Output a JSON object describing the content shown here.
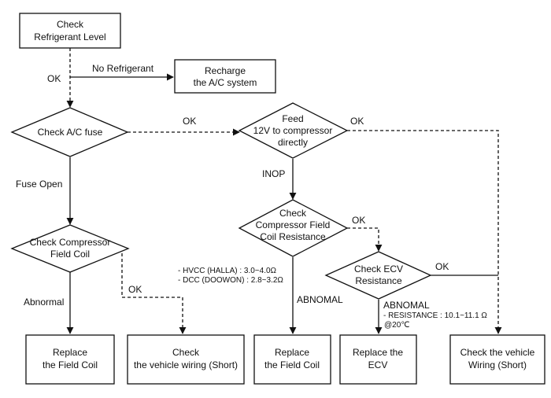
{
  "nodes": {
    "check_refrigerant": [
      "Check",
      "Refrigerant Level"
    ],
    "recharge": [
      "Recharge",
      "the A/C system"
    ],
    "check_fuse": [
      "Check A/C fuse"
    ],
    "feed_12v": [
      "Feed",
      "12V to compressor",
      "directly"
    ],
    "check_field_coil_left": [
      "Check Compressor",
      "Field Coil"
    ],
    "check_field_coil_resistance": [
      "Check",
      "Compressor Field",
      "Coil Resistance"
    ],
    "check_ecv_resistance": [
      "Check ECV",
      "Resistance"
    ],
    "replace_field_coil_left": [
      "Replace",
      "the Field Coil"
    ],
    "check_wiring_short_left": [
      "Check",
      "the vehicle wiring (Short)"
    ],
    "replace_field_coil_mid": [
      "Replace",
      "the Field Coil"
    ],
    "replace_ecv": [
      "Replace the",
      "ECV"
    ],
    "check_wiring_short_right": [
      "Check the vehicle",
      "Wiring (Short)"
    ]
  },
  "labels": {
    "no_refrigerant": "No Refrigerant",
    "ok_refrigerant": "OK",
    "ok_fuse": "OK",
    "ok_feed": "OK",
    "fuse_open": "Fuse Open",
    "inop": "INOP",
    "ok_coil_resistance": "OK",
    "ok_ecv": "OK",
    "abnormal_left": "Abnormal",
    "ok_field_coil": "OK",
    "abnomal_mid": "ABNOMAL",
    "abnomal_ecv": "ABNOMAL"
  },
  "specs": {
    "hvcc": "- HVCC (HALLA) : 3.0~4.0Ω",
    "dcc": "- DCC (DOOWON) : 2.8~3.2Ω",
    "ecv_resistance": "- RESISTANCE : 10.1~11.1 Ω",
    "ecv_temp": "@20℃"
  }
}
